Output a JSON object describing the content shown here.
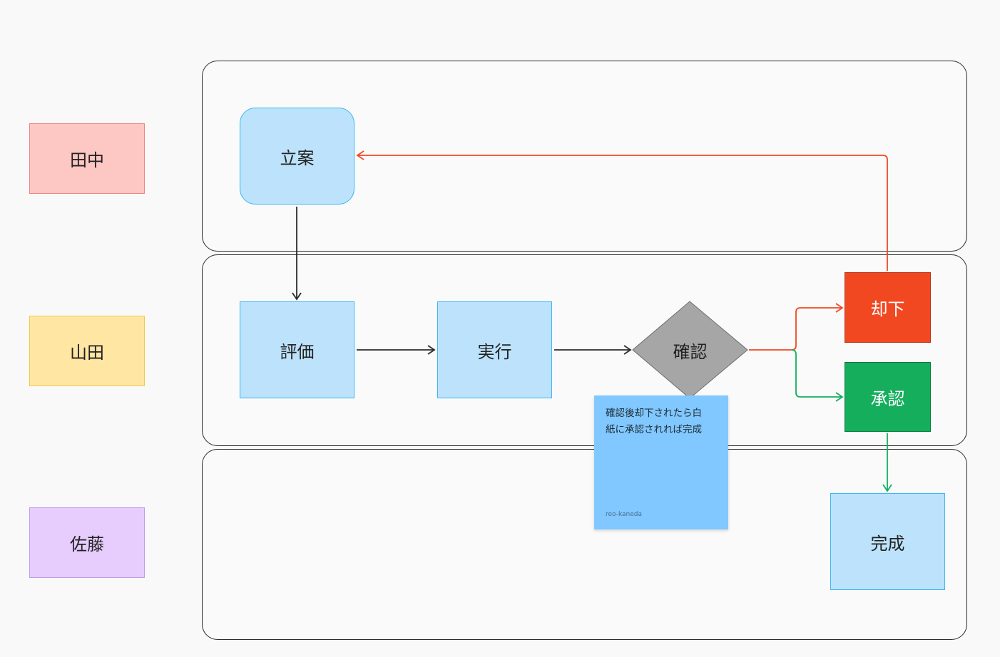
{
  "lanes": {
    "person1": "田中",
    "person2": "山田",
    "person3": "佐藤"
  },
  "nodes": {
    "plan": "立案",
    "evaluate": "評価",
    "execute": "実行",
    "confirm": "確認",
    "reject": "却下",
    "approve": "承認",
    "complete": "完成"
  },
  "sticky": {
    "text": "確認後却下されたら白\n紙に承認されれば完成",
    "author": "reo-kaneda"
  },
  "colors": {
    "reject_line": "#f24822",
    "approve_line": "#14ae5c",
    "default_line": "#2b2b2b",
    "diamond_fill": "#a6a6a6"
  }
}
